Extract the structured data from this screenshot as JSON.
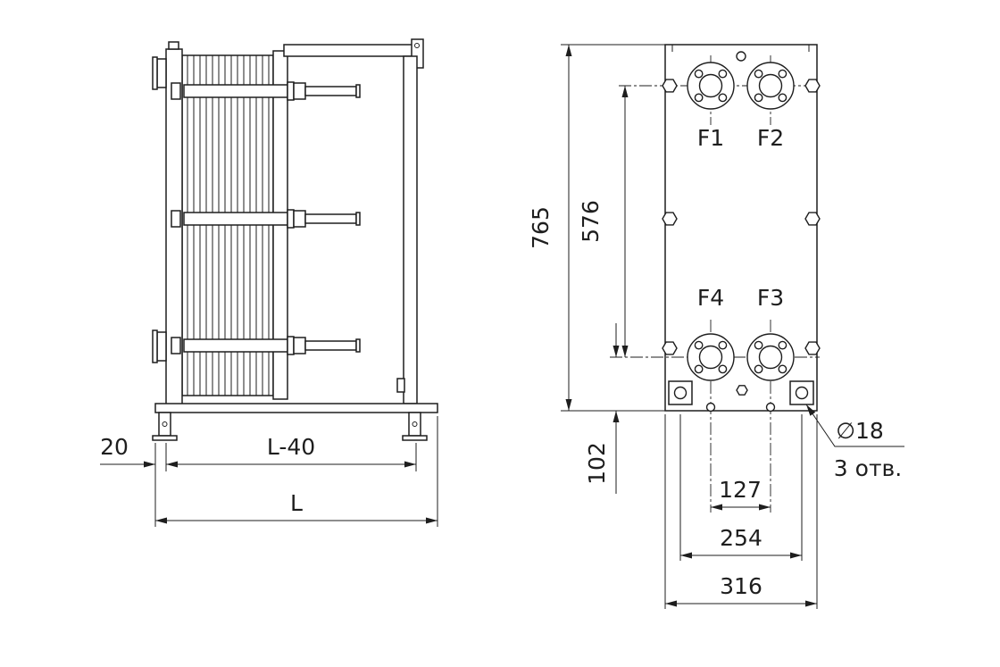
{
  "side_view": {
    "dim_foot_offset": "20",
    "dim_frame_length": "L-40",
    "dim_overall_length": "L"
  },
  "front_view": {
    "dim_overall_height": "765",
    "dim_port_vertical_span": "576",
    "dim_port_base_height": "102",
    "dim_port_horizontal_span": "127",
    "dim_foot_span": "254",
    "dim_overall_width": "316",
    "flanges": {
      "f1": "F1",
      "f2": "F2",
      "f3": "F3",
      "f4": "F4"
    },
    "foot_hole_callout": {
      "diameter": "∅18",
      "count": "3 отв."
    }
  },
  "colors": {
    "line": "#1e1e1e",
    "background": "#ffffff"
  }
}
